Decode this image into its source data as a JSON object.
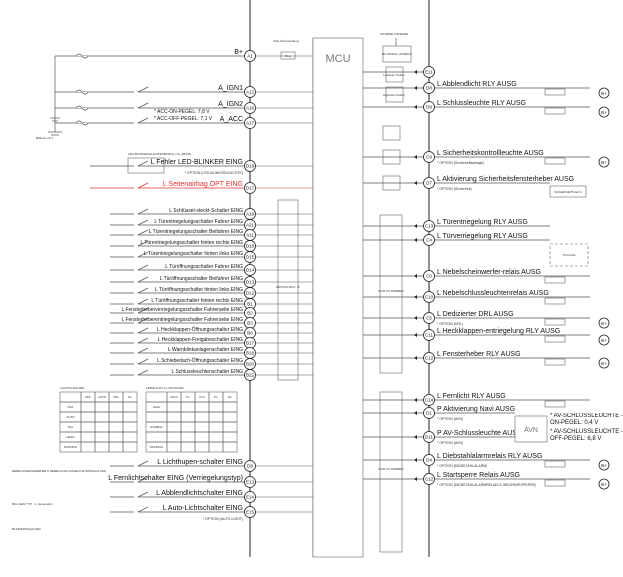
{
  "mcu": {
    "label": "MCU"
  },
  "power": {
    "battery": "Batterie 12 V",
    "volt_monitor": "Vbat Überwachung",
    "reg": "Reg",
    "acc_notes": [
      "* ACC-ON-PEGEL: 7,8 V",
      "* ACC-OFF-PEGEL: 7,1 V"
    ]
  },
  "left_pins": [
    {
      "pin": "A1",
      "label": "B+"
    },
    {
      "pin": "A12",
      "label": "A_IGN1"
    },
    {
      "pin": "A16",
      "label": "A_IGN2"
    },
    {
      "pin": "A17",
      "label": "A_ACC"
    },
    {
      "pin": "D16",
      "label": "L Fehler LED-BLINKER EING",
      "note": "* OPTION (LED-BLINKERLEUCHTE)"
    },
    {
      "pin": "D17",
      "label": "L Seitenairbag OPT EING",
      "color": "#e03030"
    },
    {
      "pin": "A19",
      "label": "L Schlüssel-steckt-Schalter EING"
    },
    {
      "pin": "A21",
      "label": "L Türentriegelungsschalter Fahrer EING"
    },
    {
      "pin": "A11",
      "label": "L Türentriegelungsschalter Beifahrer EING"
    },
    {
      "pin": "D16",
      "label": "L Türentriegelungsschalter hinten rechts EING"
    },
    {
      "pin": "D15",
      "label": "L Türentriegelungsschalter hinten links EING"
    },
    {
      "pin": "D14",
      "label": "L Türöffnungsschalter Fahrer EING"
    },
    {
      "pin": "D13",
      "label": "L Türöffnungsschalter Beifahrer EING"
    },
    {
      "pin": "D12",
      "label": "L Türöffnungsschalter hinten links EING"
    },
    {
      "pin": "B1",
      "label": "L Türöffnungsschalter hinten rechts EING"
    },
    {
      "pin": "B2",
      "label": "L Fensterheberverriegelungsschalter Fahrerseite EING"
    },
    {
      "pin": "B3",
      "label": "L Fensterheberentriegelungsschalter Fahrerseite EING"
    },
    {
      "pin": "B6",
      "label": "L Heckklappen-Öffnungsschalter EING"
    },
    {
      "pin": "B17",
      "label": "L Heckklappen-Freigabeschalter EING"
    },
    {
      "pin": "B18",
      "label": "L Warnblinkanlagenschalter EING"
    },
    {
      "pin": "B20",
      "label": "L Schiebedach-Öffnungsschalter EING"
    },
    {
      "pin": "B22",
      "label": "L Schlussleuchtenschalter EING"
    },
    {
      "pin": "D8",
      "label": "L Lichthupen-schalter EING"
    },
    {
      "pin": "E13",
      "label": "L Fernlichtschalter EING (Verriegelungstyp)"
    },
    {
      "pin": "E14",
      "label": "L Abblendlichtschalter EING"
    },
    {
      "pin": "E15",
      "label": "L Auto-Lichtschalter EING",
      "note": "* OPTION (AUTO-LIGHT)"
    }
  ],
  "right_pins": [
    {
      "pin": "E11",
      "label": ""
    },
    {
      "pin": "D8",
      "label": "L Abblendlicht RLY AUSG"
    },
    {
      "pin": "D9",
      "label": "L Schlussleuchte RLY AUSG"
    },
    {
      "pin": "C9",
      "label": "L Sicherheitskontrollleuchte AUSG",
      "note": "* OPTION (Sicherheitsanlage)"
    },
    {
      "pin": "D7",
      "label": "L Aktivierung Sicherheitsfensterheber AUSG",
      "note": "* OPTION (Sicherheit)"
    },
    {
      "pin": "C13",
      "label": "L Türentriegelung RLY AUSG"
    },
    {
      "pin": "C4",
      "label": "L Türverriegelung RLY AUSG"
    },
    {
      "pin": "C6",
      "label": "L Nebelscheinwerfer-relais AUSG"
    },
    {
      "pin": "C10",
      "label": "L Nebelschlussleuchtenrelais AUSG"
    },
    {
      "pin": "C5",
      "label": "L Dedizierter DRL AUSG",
      "note": "* OPTION (DRL)"
    },
    {
      "pin": "C11",
      "label": "L Heckklappen-entriegelung RLY AUSG"
    },
    {
      "pin": "C12",
      "label": "L Fensterheber RLY AUSG"
    },
    {
      "pin": "C14",
      "label": "L Fernlicht RLY AUSG"
    },
    {
      "pin": "D1",
      "label": "P Aktivierung Navi AUSG",
      "note": "* OPTION (AVN)"
    },
    {
      "pin": "D11",
      "label": "P AV-Schlussleuchte AUSG",
      "note": "* OPTION (AVN)"
    },
    {
      "pin": "D4",
      "label": "L Diebstahlalarmrelais RLY AUSG",
      "note": "* OPTION (DIEBSTAHLALARM)"
    },
    {
      "pin": "C12",
      "label": "L Startsperre Relais AUSG",
      "note": "* OPTION (DIEBSTAHLALARMRELAIS & WEGFAHRSPERRE)"
    }
  ],
  "blocks": {
    "antenna": "INTERNE ANTENNE",
    "rf_module": "RF-MODUL (433MHz)",
    "lowside": "Lowside-Treiber",
    "highside": "Highside-Treiber",
    "switch_ic": "SWITCH MUX. IC",
    "driver_ic": "RCR LS-TREIBER",
    "door_module": "Türmodul",
    "safety_ecu": "SICHERHEITS-ECU",
    "avn": "AVN",
    "led_blinker_box": "LED-BLINKERLEUCHTENMODUL (JA, AB PR)",
    "avn_notes": [
      "* AV-SCHLUSSLEUCHTE -ON-PEGEL: 0,4 V",
      "* AV-SCHLUSSLEUCHTE -OFF-PEGEL: 6,8 V"
    ]
  },
  "tables": {
    "light_switch": {
      "title": "LICHTSCHALTER",
      "cols": [
        "OFF",
        "AUTO",
        "TAIL",
        "HL"
      ],
      "rows": [
        "OFF",
        "AUTO",
        "TAIL",
        "HEAD",
        "PASSING"
      ]
    },
    "high_beam": {
      "title": "FERNLICHT & LICHTHUPE",
      "cols": [
        "HIGH",
        "FL",
        "FL2",
        "PL",
        "HL"
      ],
      "rows": [
        "HIGH",
        "",
        "NORMAL",
        "",
        "PASSING"
      ]
    }
  },
  "footnotes": [
    "NEBELSCHEINWERFER & NEBELSCHLUSSLEUCHTENSCHALTER",
    "BxG-GEN TYP - 1. Generation",
    "BLINKERSCHALTER"
  ],
  "b_plus": "B+"
}
